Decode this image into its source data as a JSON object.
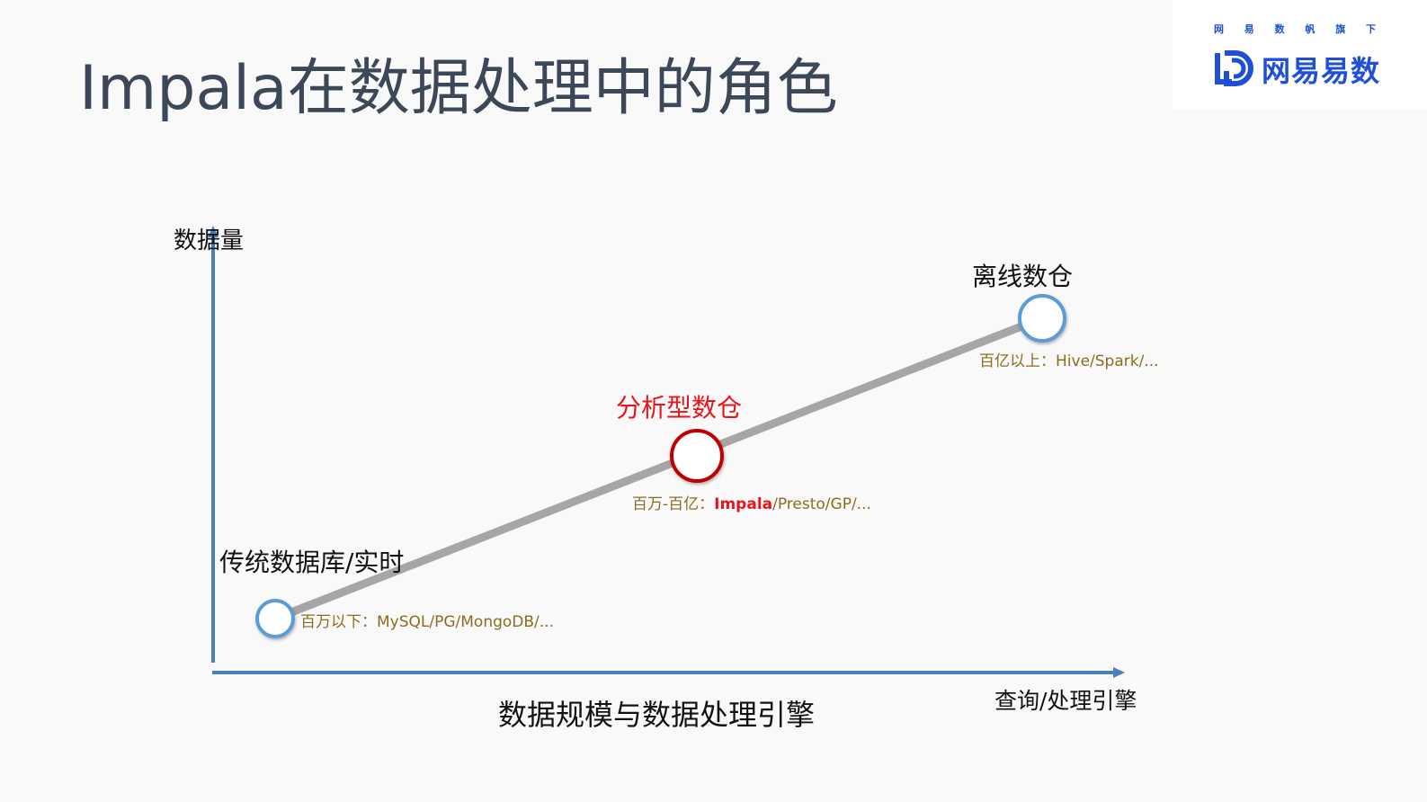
{
  "slide": {
    "title": "Impala在数据处理中的角色",
    "brand": {
      "subtitle_chars": [
        "网",
        "易",
        "数",
        "帆",
        "旗",
        "下"
      ],
      "name": "网易易数",
      "logo_icon": "netease-youdata-logo-icon",
      "color": "#1e4fd6"
    }
  },
  "diagram": {
    "y_axis_label": "数据量",
    "x_axis_label": "查询/处理引擎",
    "caption": "数据规模与数据处理引擎",
    "axis_color": "#4a7fbf",
    "line_color": "#a6a6a6",
    "nodes": [
      {
        "title": "传统数据库/实时",
        "range": "百万以下：",
        "engines_highlight": "",
        "engines": "MySQL/PG/MongoDB/...",
        "border_color": "#5b9bd5"
      },
      {
        "title": "分析型数仓",
        "range": "百万-百亿：",
        "engines_highlight": "Impala",
        "engines": "/Presto/GP/...",
        "border_color": "#c00000"
      },
      {
        "title": "离线数仓",
        "range": "百亿以上：",
        "engines_highlight": "",
        "engines": "Hive/Spark/...",
        "border_color": "#5b9bd5"
      }
    ]
  }
}
